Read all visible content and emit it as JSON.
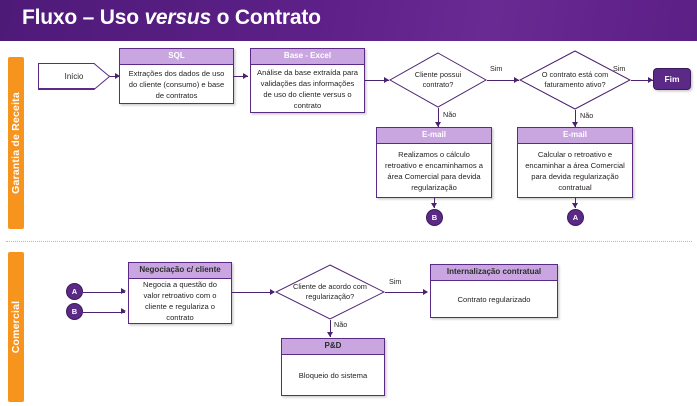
{
  "header": {
    "title_part1": "Fluxo – Uso ",
    "title_italic": "versus",
    "title_part2": " o Contrato",
    "accent_color": "#f0a020",
    "background_color": "#5b2086"
  },
  "lanes": [
    {
      "label": "Garantia de Receita",
      "color": "#f7941e"
    },
    {
      "label": "Comercial",
      "color": "#f7941e"
    }
  ],
  "colors": {
    "node_border": "#5b2a86",
    "node_header_fill": "#c9a6e0",
    "terminal_fill": "#5b2a86",
    "connector_fill": "#5b2a86",
    "arrow": "#4b2170",
    "lane_accent": "#f7941e"
  },
  "nodes": {
    "start": {
      "label": "Início"
    },
    "sql": {
      "header": "SQL",
      "body": "Extrações dos dados de uso do cliente (consumo) e base de contratos"
    },
    "base_excel": {
      "header": "Base - Excel",
      "body": "Análise da base extraída para validações das informações de uso do cliente versus o contrato"
    },
    "decision_contrato": {
      "text": "Cliente possui contrato?"
    },
    "decision_faturamento": {
      "text": "O contrato está com faturamento ativo?"
    },
    "email_left": {
      "header": "E-mail",
      "body": "Realizamos o cálculo retroativo e encaminhamos a área Comercial para devida regularização"
    },
    "email_right": {
      "header": "E-mail",
      "body": "Calcular o retroativo e encaminhar a área Comercial para  devida regularização contratual"
    },
    "fim": {
      "label": "Fim"
    },
    "negociacao": {
      "header": "Negociação c/ cliente",
      "body": "Negocia a questão do valor retroativo com o cliente e regulariza o contrato"
    },
    "decision_acordo": {
      "text": "Cliente de acordo com regularização?"
    },
    "internalizacao": {
      "header": "Internalização contratual",
      "body": "Contrato regularizado"
    },
    "ped": {
      "header": "P&D",
      "body": "Bloqueio do sistema"
    }
  },
  "connectors": {
    "a_bottom": "A",
    "b_bottom": "B",
    "a_left": "A",
    "b_left": "B"
  },
  "edge_labels": {
    "sim_contrato": "Sim",
    "nao_contrato": "Não",
    "sim_faturamento": "Sim",
    "nao_faturamento": "Não",
    "sim_acordo": "Sim",
    "nao_acordo": "Não"
  }
}
